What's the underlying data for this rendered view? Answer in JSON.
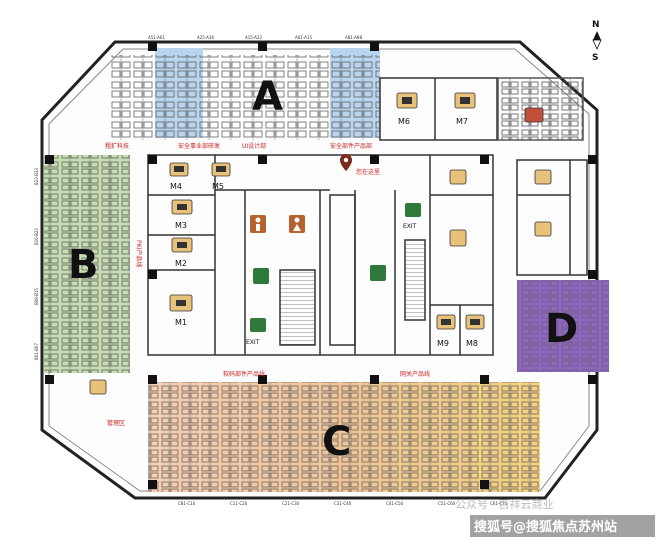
{
  "compass": {
    "north": "N",
    "south": "S"
  },
  "zones": {
    "a": "A",
    "b": "B",
    "c": "C",
    "d": "D"
  },
  "rooms": {
    "m1": "M1",
    "m2": "M2",
    "m3": "M3",
    "m4": "M4",
    "m5": "M5",
    "m6": "M6",
    "m7": "M7",
    "m8": "M8",
    "m9": "M9"
  },
  "dept_labels": {
    "top_1": "粗犷科技",
    "top_2": "安全事业部研发",
    "top_3": "UI设计部",
    "top_4": "安全部件产品部",
    "c_1": "软码部件产品线",
    "c_2": "网关产品线",
    "b_pki": "PKI产品线",
    "mgmt": "管理区"
  },
  "markers": {
    "you_are_here": "您在这里"
  },
  "exits": {
    "left": "EXIT",
    "right": "EXIT"
  },
  "top_seat_codes": [
    "A51-A61",
    "A25-A36",
    "A15-A22",
    "A01-A15",
    "A81-A88"
  ],
  "bottom_seat_codes": [
    "C81-C10",
    "C11-C20",
    "C21-C30",
    "C31-C40",
    "C41-C50",
    "C51-C60",
    "C61-C70"
  ],
  "left_seat_codes": [
    "B23-B33",
    "B16-B22",
    "B08-B15",
    "B01-B07"
  ],
  "watermark": {
    "line1": "公众号 · 百祥云商业",
    "line2": "搜狐号@搜狐焦点苏州站"
  },
  "colors": {
    "zone_a": "#b9d4ee",
    "zone_b": "#c7ddb4",
    "zone_c": "#f3c6a3",
    "zone_d": "#8d66be",
    "label_red": "#d02020"
  }
}
